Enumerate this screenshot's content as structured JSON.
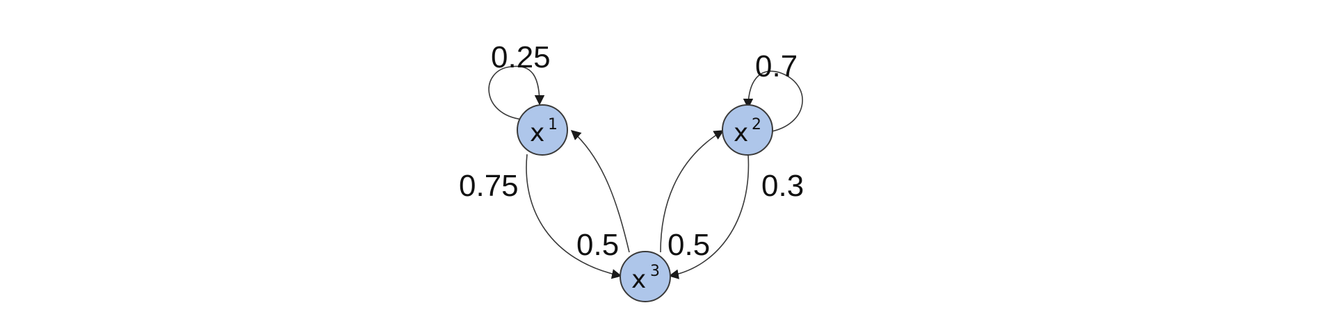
{
  "diagram": {
    "nodes": [
      {
        "id": "x1",
        "base": "x",
        "sup": "1"
      },
      {
        "id": "x2",
        "base": "x",
        "sup": "2"
      },
      {
        "id": "x3",
        "base": "x",
        "sup": "3"
      }
    ],
    "edges": [
      {
        "from": "x1",
        "to": "x1",
        "label": "0.25"
      },
      {
        "from": "x2",
        "to": "x2",
        "label": "0.7"
      },
      {
        "from": "x1",
        "to": "x3",
        "label": "0.75"
      },
      {
        "from": "x2",
        "to": "x3",
        "label": "0.3"
      },
      {
        "from": "x3",
        "to": "x1",
        "label": "0.5"
      },
      {
        "from": "x3",
        "to": "x2",
        "label": "0.5"
      }
    ],
    "colors": {
      "node_fill": "#aec6ea",
      "stroke": "#3a3a3a"
    }
  }
}
